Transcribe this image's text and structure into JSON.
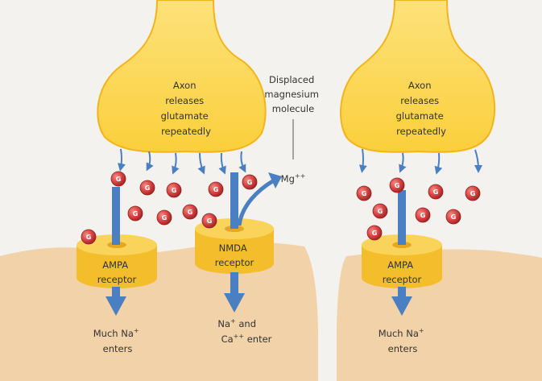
{
  "colors": {
    "background": "#f4f2ee",
    "tissue": "#f2d2a8",
    "axon": "#fbd24a",
    "axon_edge": "#f3b41c",
    "receptor": "#f9cd3c",
    "arrow": "#4a7fc2",
    "molecule": "#d84343"
  },
  "labels": {
    "axon_left": [
      "Axon",
      "releases",
      "glutamate",
      "repeatedly"
    ],
    "axon_right": [
      "Axon",
      "releases",
      "glutamate",
      "repeatedly"
    ],
    "displaced": [
      "Displaced",
      "magnesium",
      "molecule"
    ],
    "mg_base": "Mg",
    "mg_sup": "++",
    "ampa_left": [
      "AMPA",
      "receptor"
    ],
    "nmda": [
      "NMDA",
      "receptor"
    ],
    "ampa_right": [
      "AMPA",
      "receptor"
    ],
    "out_left_l1_base": "Much Na",
    "out_left_l1_sup": "+",
    "out_left_l2": "enters",
    "out_mid_l1_base": "Na",
    "out_mid_l1_sup": "+",
    "out_mid_l1_rest": " and",
    "out_mid_l2_base": "Ca",
    "out_mid_l2_sup": "++",
    "out_mid_l2_rest": " enter",
    "out_right_l1_base": "Much Na",
    "out_right_l1_sup": "+",
    "out_right_l2": "enters",
    "glutamate": "G"
  }
}
